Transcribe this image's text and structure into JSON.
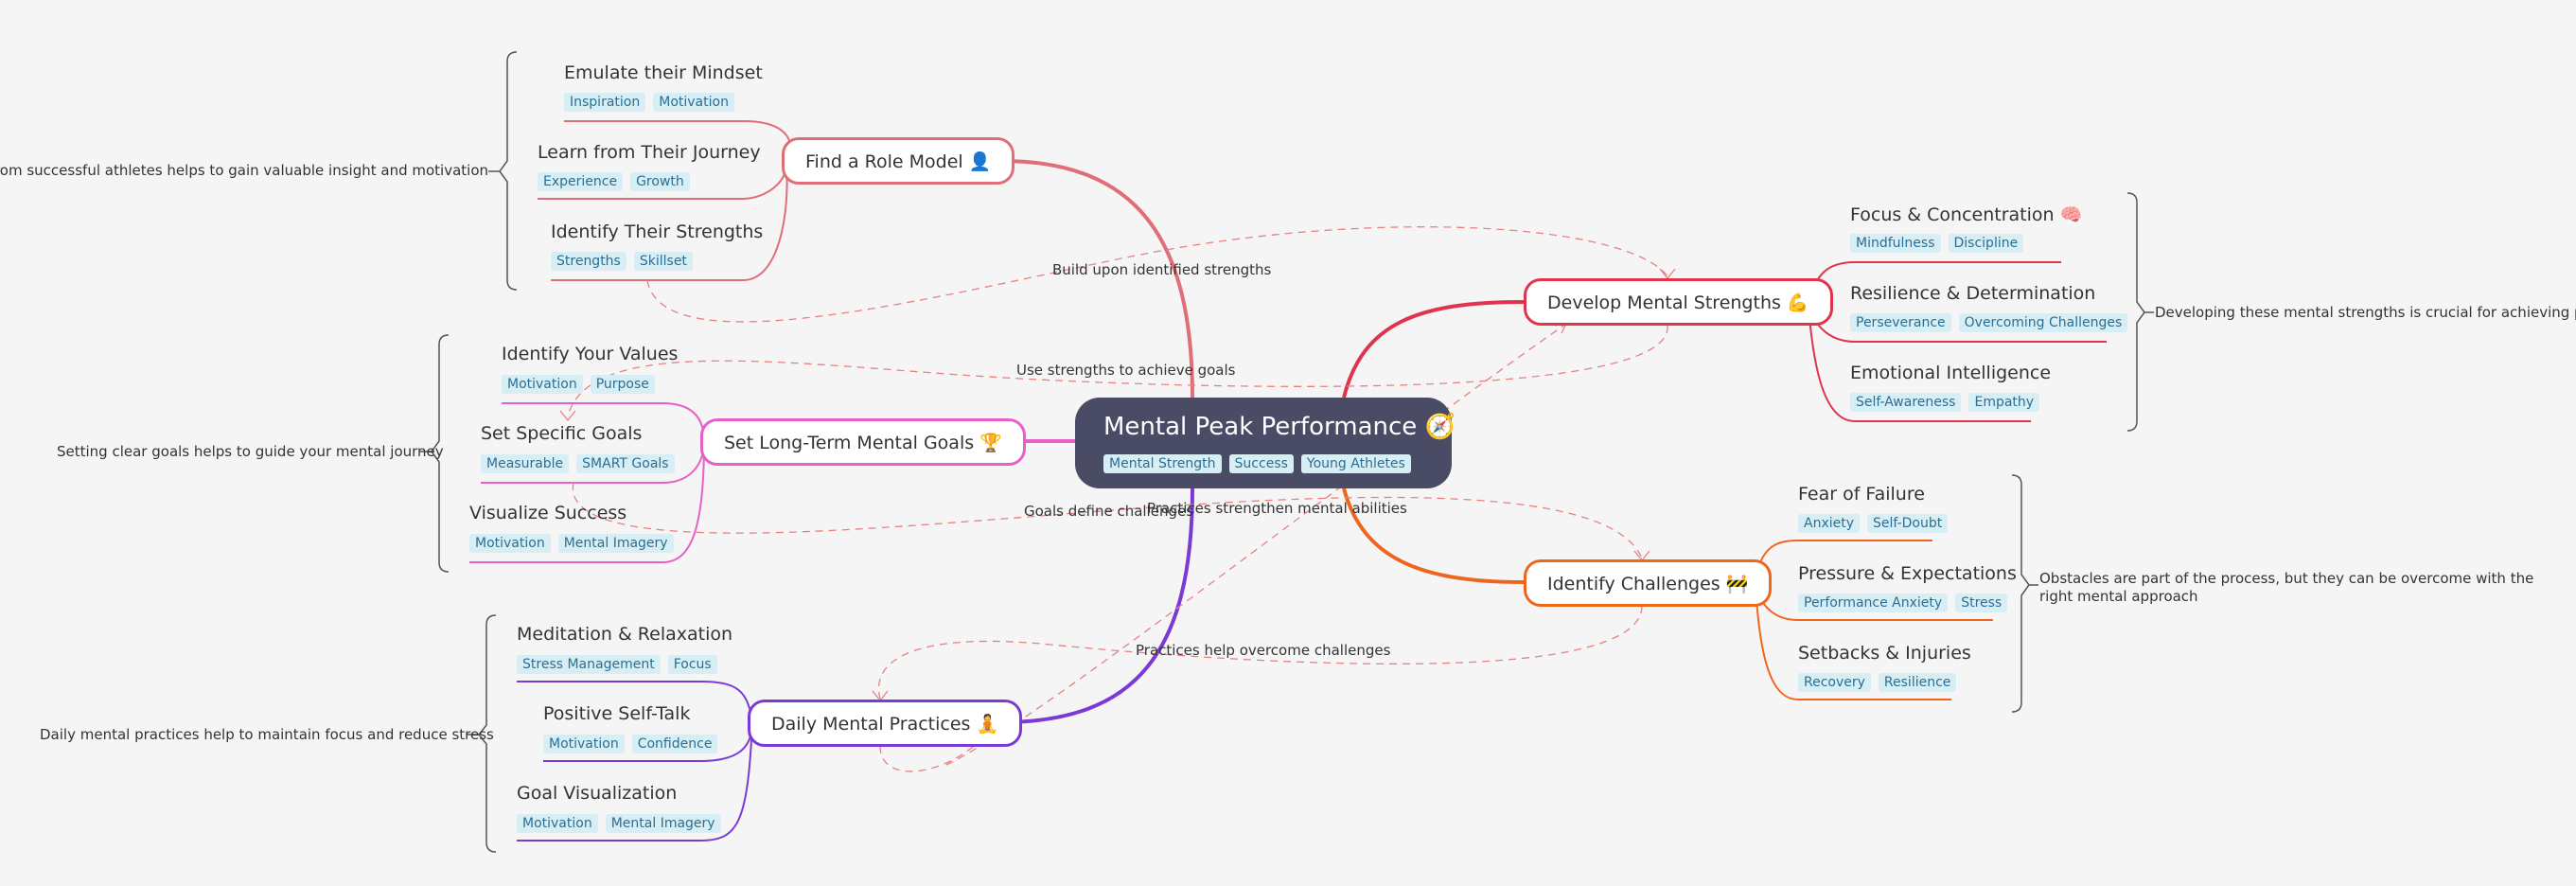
{
  "central": {
    "title": "Mental Peak Performance 🧭",
    "tags": [
      "Mental Strength",
      "Success",
      "Young Athletes"
    ]
  },
  "branches": {
    "role_model": {
      "title": "Find a Role Model 👤",
      "color": "#e06e78",
      "note": "Learning from successful athletes helps to gain valuable insight and motivation",
      "children": [
        {
          "title": "Emulate their Mindset",
          "tags": [
            "Inspiration",
            "Motivation"
          ]
        },
        {
          "title": "Learn from Their Journey",
          "tags": [
            "Experience",
            "Growth"
          ]
        },
        {
          "title": "Identify Their Strengths",
          "tags": [
            "Strengths",
            "Skillset"
          ]
        }
      ]
    },
    "goals": {
      "title": "Set Long-Term Mental Goals 🏆",
      "color": "#e860c7",
      "note": "Setting clear goals helps to guide your mental journey",
      "children": [
        {
          "title": "Identify Your Values",
          "tags": [
            "Motivation",
            "Purpose"
          ]
        },
        {
          "title": "Set Specific Goals",
          "tags": [
            "Measurable",
            "SMART Goals"
          ]
        },
        {
          "title": "Visualize Success",
          "tags": [
            "Motivation",
            "Mental Imagery"
          ]
        }
      ]
    },
    "practices": {
      "title": "Daily Mental Practices 🧘",
      "color": "#7b3ad6",
      "note": "Daily mental practices help to maintain focus and reduce stress",
      "children": [
        {
          "title": "Meditation & Relaxation",
          "tags": [
            "Stress Management",
            "Focus"
          ]
        },
        {
          "title": "Positive Self-Talk",
          "tags": [
            "Motivation",
            "Confidence"
          ]
        },
        {
          "title": "Goal Visualization",
          "tags": [
            "Motivation",
            "Mental Imagery"
          ]
        }
      ]
    },
    "strengths": {
      "title": "Develop Mental Strengths 💪",
      "color": "#e0344c",
      "note": "Developing these mental strengths is crucial for achieving peak performance",
      "children": [
        {
          "title": "Focus & Concentration 🧠",
          "tags": [
            "Mindfulness",
            "Discipline"
          ]
        },
        {
          "title": "Resilience & Determination",
          "tags": [
            "Perseverance",
            "Overcoming Challenges"
          ]
        },
        {
          "title": "Emotional Intelligence",
          "tags": [
            "Self-Awareness",
            "Empathy"
          ]
        }
      ]
    },
    "challenges": {
      "title": "Identify Challenges 🚧",
      "color": "#f0651e",
      "note": "Obstacles are part of the process, but they can be overcome with the right mental approach",
      "children": [
        {
          "title": "Fear of Failure",
          "tags": [
            "Anxiety",
            "Self-Doubt"
          ]
        },
        {
          "title": "Pressure & Expectations",
          "tags": [
            "Performance Anxiety",
            "Stress"
          ]
        },
        {
          "title": "Setbacks & Injuries",
          "tags": [
            "Recovery",
            "Resilience"
          ]
        }
      ]
    }
  },
  "relations": {
    "build": "Build upon identified strengths",
    "use": "Use strengths to achieve goals",
    "define": "Goals define challenges",
    "strengthen": "Practices strengthen mental abilities",
    "overcome": "Practices help overcome challenges"
  }
}
